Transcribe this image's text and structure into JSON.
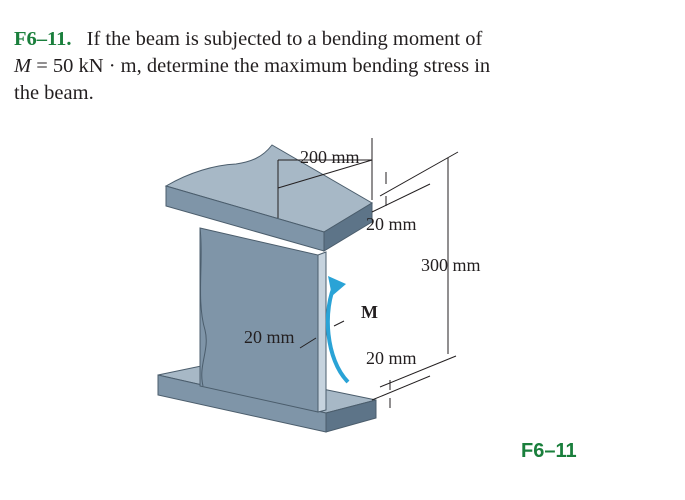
{
  "problem": {
    "number": "F6–11.",
    "intro": "If the beam is subjected to a bending moment of",
    "moment_symbol": "M",
    "moment_value": "= 50 kN · m, determine the maximum bending stress in",
    "tail": "the beam."
  },
  "figure": {
    "dim_flange_width": "200 mm",
    "dim_top_flange": "20 mm",
    "dim_depth": "300 mm",
    "dim_web": "20 mm",
    "dim_bottom_flange": "20 mm",
    "moment_label": "M",
    "caption": "F6–11"
  },
  "colors": {
    "accent_green": "#1a7f3c",
    "beam_face": "#7f95a8",
    "beam_top": "#a7b8c6",
    "beam_dark": "#5d7488",
    "moment_arrow": "#2aa3d6"
  }
}
